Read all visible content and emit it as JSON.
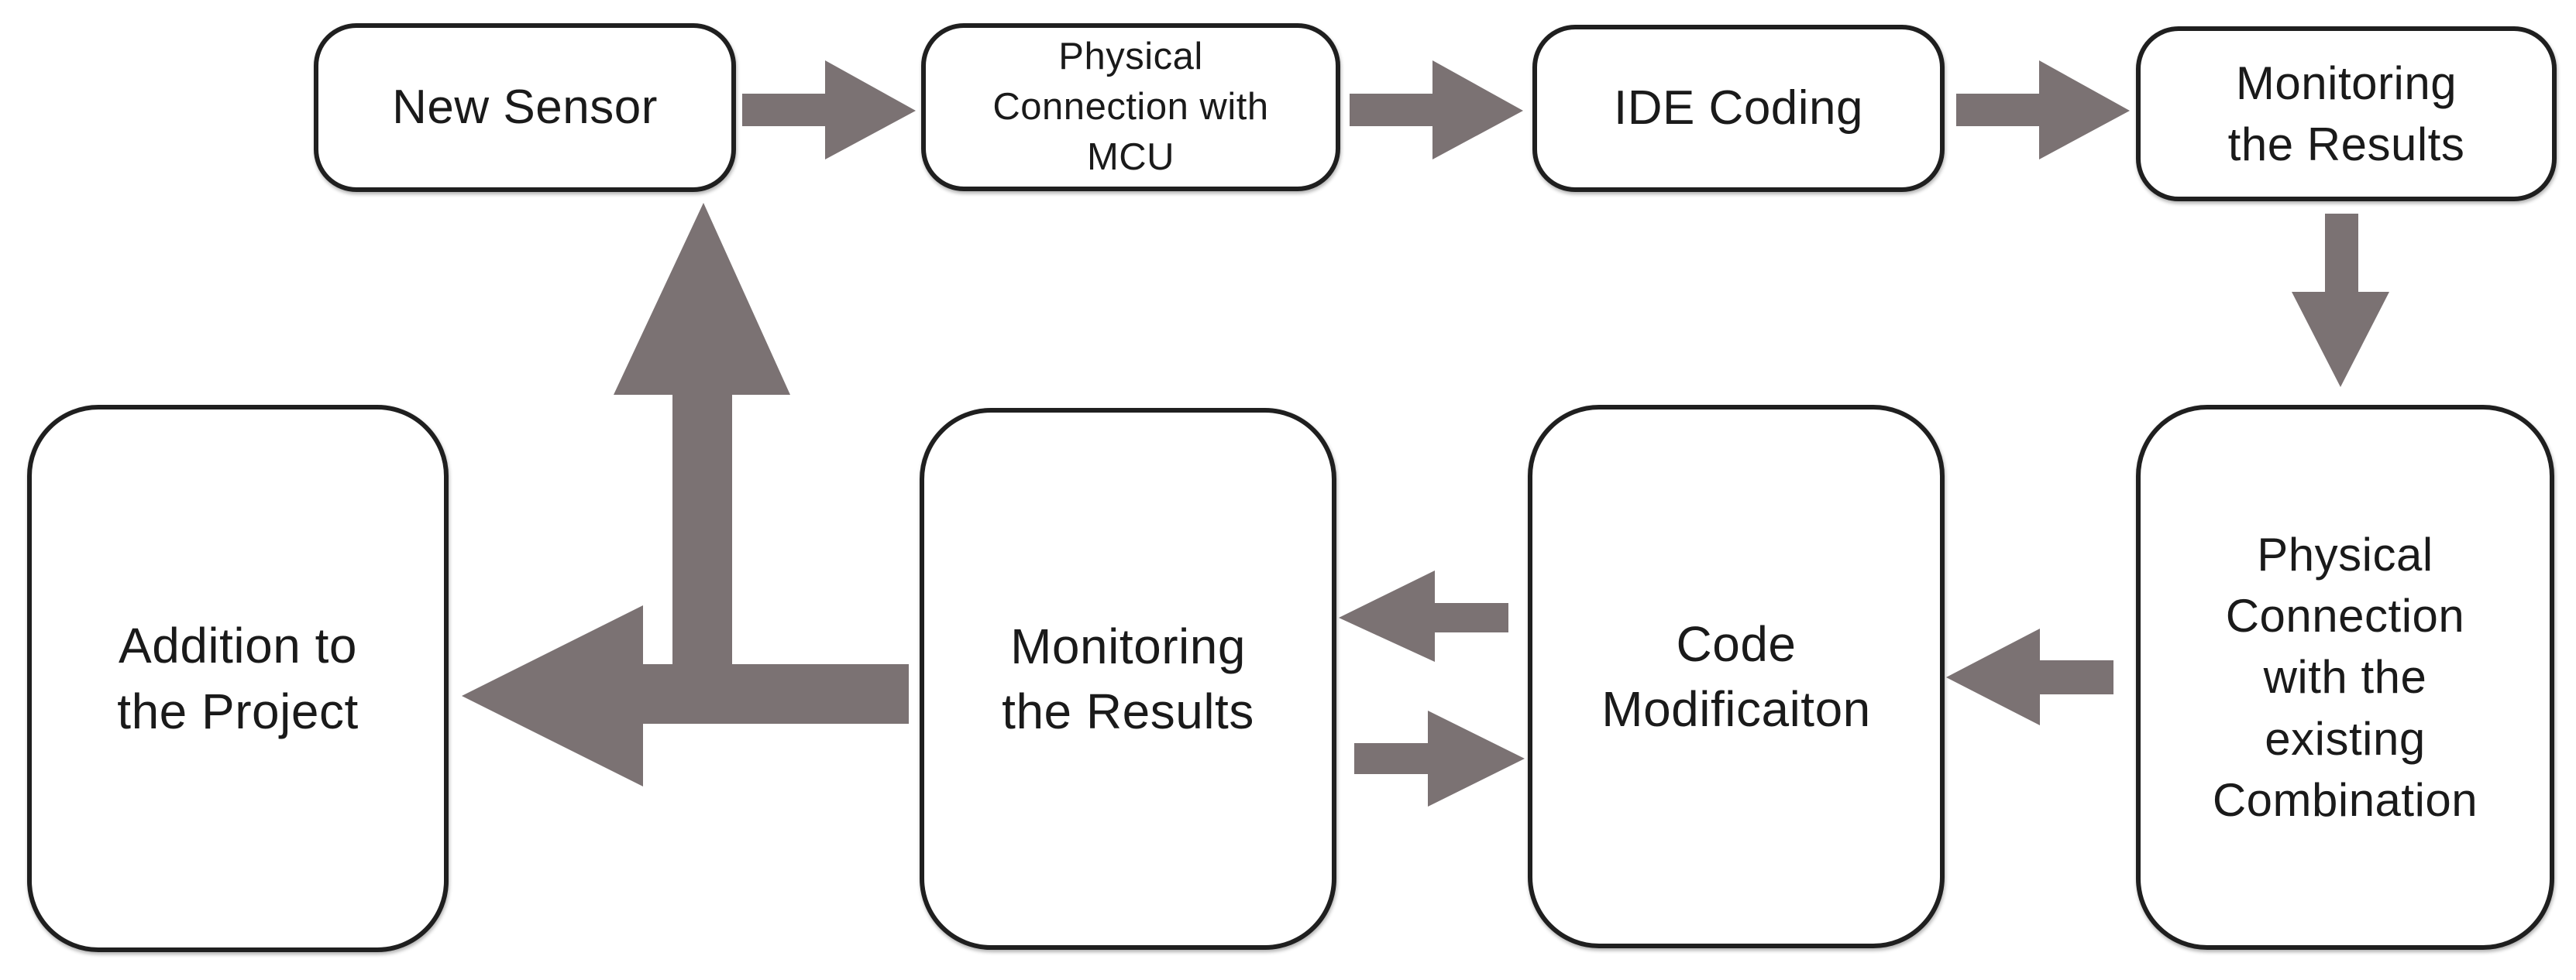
{
  "diagram": {
    "title": "Sensor integration workflow flowchart",
    "colors": {
      "background": "#ffffff",
      "arrow_fill": "#7b7273",
      "box_fill": "#ffffff",
      "box_border": "#1f1f1f",
      "text": "#1a1a1a"
    },
    "nodes": [
      {
        "id": "new-sensor",
        "label": "New Sensor"
      },
      {
        "id": "physical-connection-mcu",
        "label": "Physical\nConnection with\nMCU"
      },
      {
        "id": "ide-coding",
        "label": "IDE Coding"
      },
      {
        "id": "monitoring-results-top",
        "label": "Monitoring\nthe Results"
      },
      {
        "id": "addition-project",
        "label": "Addition to\nthe Project"
      },
      {
        "id": "monitoring-results-bottom",
        "label": "Monitoring\nthe Results"
      },
      {
        "id": "code-modification",
        "label": "Code\nModificaiton"
      },
      {
        "id": "physical-connection-existing",
        "label": "Physical\nConnection\nwith the\nexisting\nCombination"
      }
    ],
    "connections": [
      {
        "from": "new-sensor",
        "to": "physical-connection-mcu",
        "direction": "right"
      },
      {
        "from": "physical-connection-mcu",
        "to": "ide-coding",
        "direction": "right"
      },
      {
        "from": "ide-coding",
        "to": "monitoring-results-top",
        "direction": "right"
      },
      {
        "from": "monitoring-results-top",
        "to": "physical-connection-existing",
        "direction": "down"
      },
      {
        "from": "physical-connection-existing",
        "to": "code-modification",
        "direction": "left"
      },
      {
        "from": "code-modification",
        "to": "monitoring-results-bottom",
        "direction": "left"
      },
      {
        "from": "monitoring-results-bottom",
        "to": "code-modification",
        "direction": "right"
      },
      {
        "from": "monitoring-results-bottom",
        "to": "new-sensor-and-addition-project",
        "direction": "up-and-left"
      }
    ]
  }
}
